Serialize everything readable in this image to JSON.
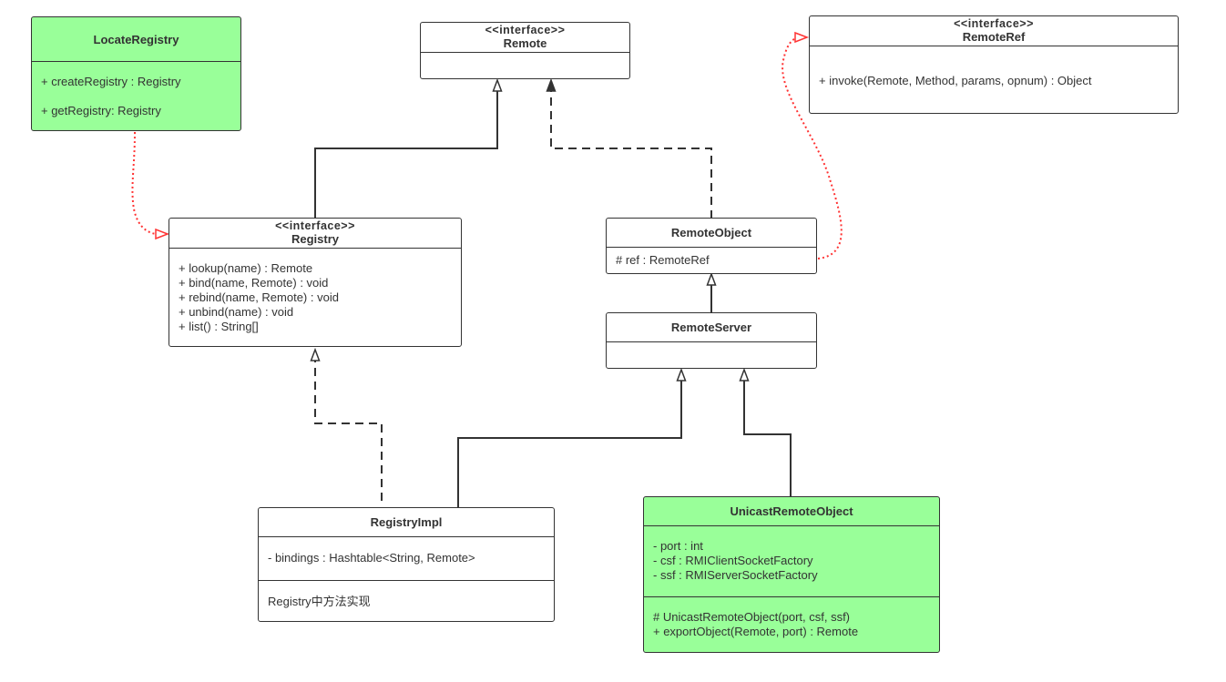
{
  "colors": {
    "line": "#333333",
    "dependency": "#ff3333",
    "highlight_fill": "#99ff99",
    "default_fill": "#ffffff"
  },
  "classes": {
    "locate_registry": {
      "name": "LocateRegistry",
      "methods": [
        "+ createRegistry : Registry",
        "+ getRegistry: Registry"
      ]
    },
    "remote": {
      "stereotype": "<<interface>>",
      "name": "Remote"
    },
    "remote_ref": {
      "stereotype": "<<interface>>",
      "name": "RemoteRef",
      "methods": [
        "+ invoke(Remote, Method, params, opnum) : Object"
      ]
    },
    "registry": {
      "stereotype": "<<interface>>",
      "name": "Registry",
      "methods": [
        "+ lookup(name) : Remote",
        "+ bind(name, Remote) : void",
        "+ rebind(name, Remote) : void",
        "+ unbind(name) : void",
        "+ list() : String[]"
      ]
    },
    "remote_object": {
      "name": "RemoteObject",
      "attributes": [
        "# ref : RemoteRef"
      ]
    },
    "remote_server": {
      "name": "RemoteServer"
    },
    "registry_impl": {
      "name": "RegistryImpl",
      "attributes": [
        "- bindings : Hashtable<String, Remote>"
      ],
      "methods": [
        "Registry中方法实现"
      ]
    },
    "unicast_remote_object": {
      "name": "UnicastRemoteObject",
      "attributes": [
        "- port : int",
        "- csf : RMIClientSocketFactory",
        "- ssf : RMIServerSocketFactory"
      ],
      "methods": [
        "# UnicastRemoteObject(port, csf, ssf)",
        "+ exportObject(Remote, port) : Remote"
      ]
    }
  }
}
